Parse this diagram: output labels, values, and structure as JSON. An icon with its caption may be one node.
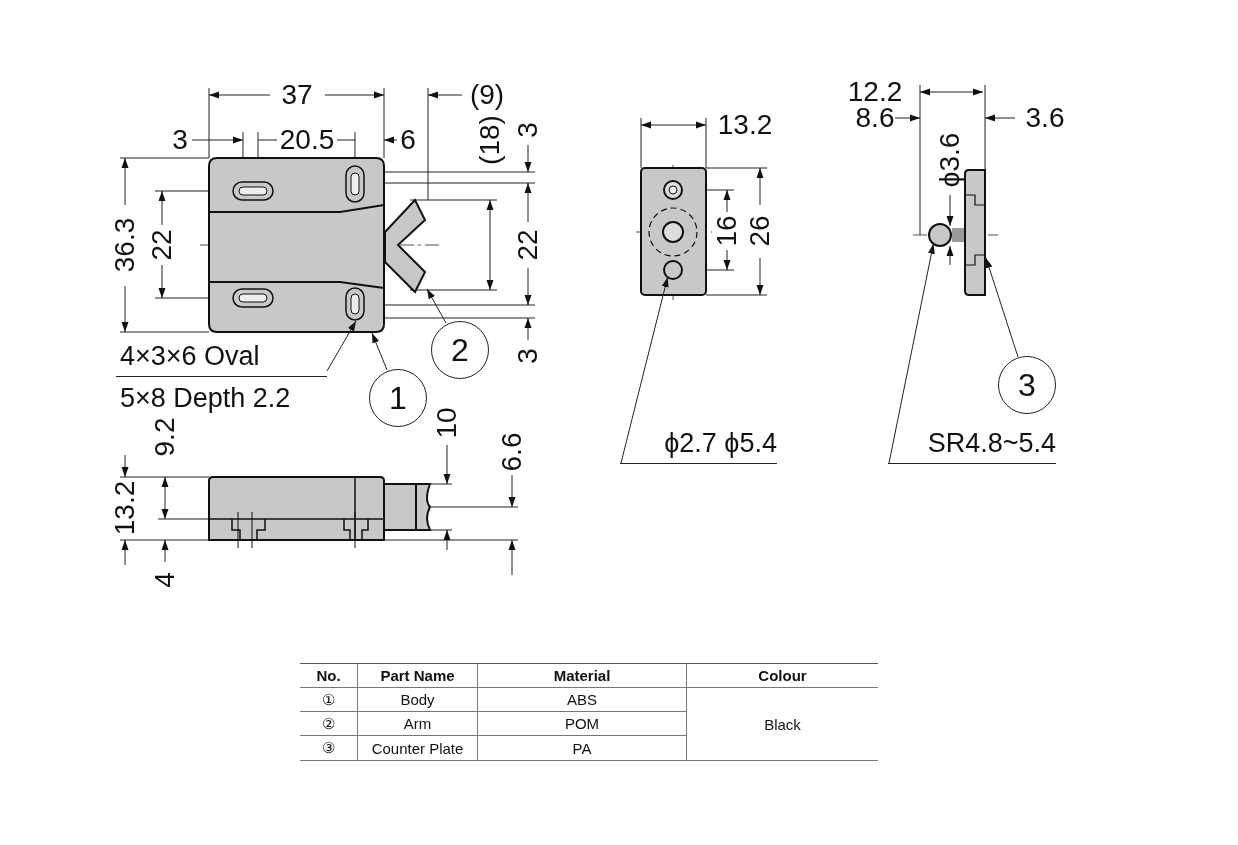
{
  "diagram": {
    "nodes": [
      {
        "text": [
          "1"
        ]
      },
      {
        "text": [
          "2"
        ]
      },
      {
        "text": [
          "3"
        ]
      },
      {
        "text": [
          "4×3×6 Oval",
          "5×8 Depth 2.2"
        ]
      },
      {
        "text": [
          "ϕ2.7 ϕ5.4"
        ]
      },
      {
        "text": [
          "SR4.8~5.4"
        ]
      },
      {
        "text": [],
        "shape": "picture"
      },
      {
        "text": [],
        "shape": "picture"
      },
      {
        "text": [],
        "shape": "picture",
        "in": 6
      },
      {
        "text": [],
        "shape": "circle"
      },
      {
        "text": [],
        "shape": "picture"
      },
      {
        "text": [],
        "shape": "circle"
      }
    ],
    "edges": [
      {
        "from": 0,
        "to": 6,
        "arrow": "to"
      },
      {
        "from": 1,
        "to": 7,
        "arrow": "to"
      },
      {
        "from": 2,
        "to": 10,
        "arrow": "to"
      },
      {
        "from": 3,
        "to": 8,
        "arrow": "to"
      },
      {
        "from": 4,
        "to": 9,
        "arrow": "to"
      },
      {
        "from": 5,
        "to": 11,
        "arrow": "to"
      }
    ],
    "labels": [
      "37",
      "(9)",
      "3",
      "20.5",
      "6",
      "(18)",
      "3",
      "36.3",
      "22",
      "22",
      "3",
      "9.2",
      "10",
      "6.6",
      "13.2",
      "4",
      "13.2",
      "16",
      "26",
      "12.2",
      "8.6",
      "3.6",
      "ϕ3.6",
      "No.",
      "Part Name",
      "Material",
      "Colour",
      "①",
      "Body",
      "ABS",
      "②",
      "Arm",
      "POM",
      "Black",
      "③",
      "Counter Plate",
      "PA"
    ]
  }
}
